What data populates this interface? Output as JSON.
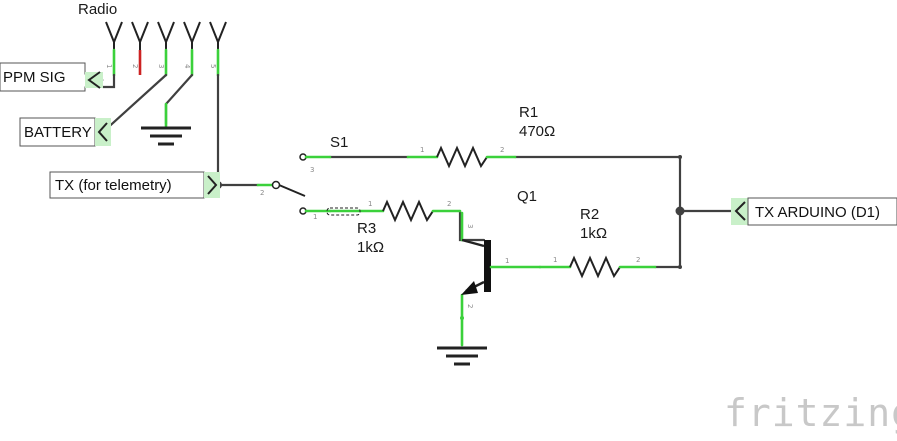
{
  "labels": {
    "radio": "Radio",
    "ppm_sig": "PPM SIG",
    "battery": "BATTERY",
    "tx_telemetry": "TX (for telemetry)",
    "tx_arduino": "TX ARDUINO (D1)",
    "s1": "S1",
    "r1_name": "R1",
    "r1_value": "470Ω",
    "q1": "Q1",
    "r2_name": "R2",
    "r2_value": "1kΩ",
    "r3_name": "R3",
    "r3_value": "1kΩ",
    "logo": "fritzing"
  },
  "pins": {
    "radio": [
      "1",
      "2",
      "3",
      "4",
      "5"
    ],
    "switch": [
      "1",
      "2",
      "3"
    ],
    "resistor": [
      "1",
      "2"
    ],
    "transistor": [
      "1",
      "2",
      "3"
    ]
  },
  "colors": {
    "wire": "#404040",
    "connected_lead": "#3bd13b",
    "unconnected_lead": "#cc2222",
    "tag_fill": "#ffffff",
    "logo": "#c8c8c8"
  }
}
